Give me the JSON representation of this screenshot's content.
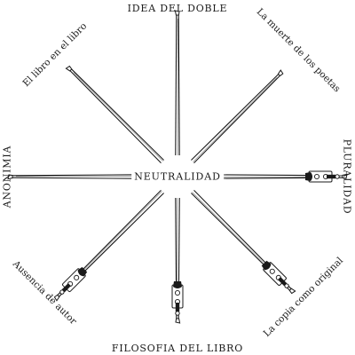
{
  "diagram": {
    "center": "NEUTRALIDAD",
    "labels": {
      "top": "IDEA DEL DOBLE",
      "bottom": "FILOSOFIA DEL LIBRO",
      "left": "ANONIMIA",
      "right": "PLURALIDAD",
      "top_left": "El libro en el libro",
      "top_right": "La muerte de los poetas",
      "bottom_left": "Ausencia de autor",
      "bottom_right": "La copia como original"
    },
    "bows": [
      "top",
      "top-right",
      "right",
      "bottom-right",
      "bottom",
      "bottom-left",
      "left",
      "top-left"
    ],
    "stroke_color": "#1a1a1a"
  }
}
